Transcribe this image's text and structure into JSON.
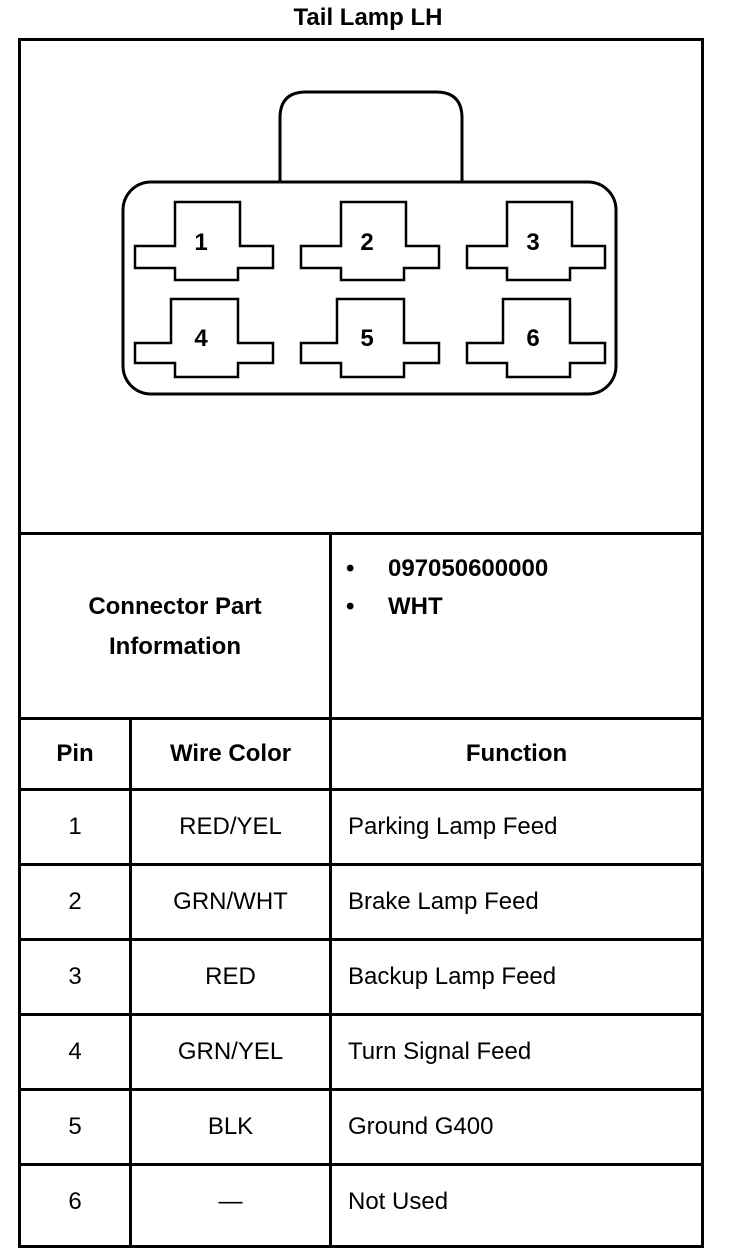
{
  "title": "Tail Lamp LH",
  "connector": {
    "pins": [
      "1",
      "2",
      "3",
      "4",
      "5",
      "6"
    ]
  },
  "part_info": {
    "label_line1": "Connector Part",
    "label_line2": "Information",
    "bullet": "•",
    "items": [
      "097050600000",
      "WHT"
    ]
  },
  "table": {
    "headers": [
      "Pin",
      "Wire Color",
      "Function"
    ],
    "rows": [
      {
        "pin": "1",
        "color": "RED/YEL",
        "function": "Parking Lamp Feed"
      },
      {
        "pin": "2",
        "color": "GRN/WHT",
        "function": "Brake Lamp Feed"
      },
      {
        "pin": "3",
        "color": "RED",
        "function": "Backup Lamp Feed"
      },
      {
        "pin": "4",
        "color": "GRN/YEL",
        "function": "Turn Signal Feed"
      },
      {
        "pin": "5",
        "color": "BLK",
        "function": "Ground G400"
      },
      {
        "pin": "6",
        "color": "—",
        "function": "Not Used"
      }
    ]
  }
}
